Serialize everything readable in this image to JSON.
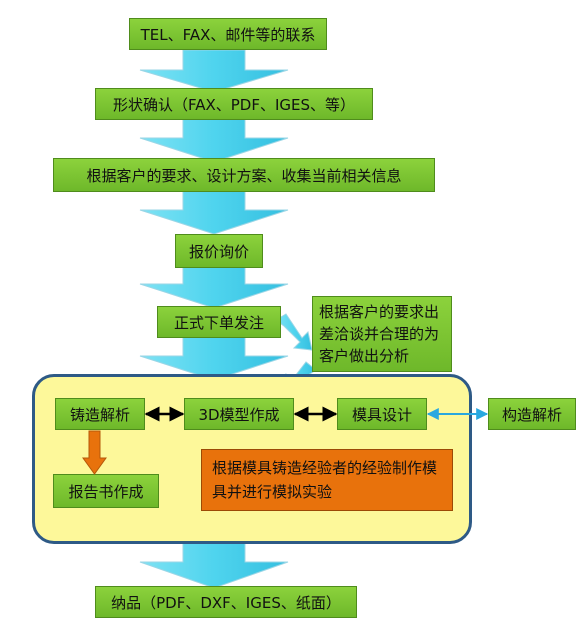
{
  "steps": {
    "contact": "TEL、FAX、邮件等的联系",
    "confirm": "形状确认（FAX、PDF、IGES、等）",
    "requirements": "根据客户的要求、设计方案、收集当前相关信息",
    "quote": "报价询价",
    "order": "正式下单发注",
    "analysis_note": "根据客户的要求出差洽谈并合理的为客户做出分析",
    "casting": "铸造解析",
    "model3d": "3D模型作成",
    "mold_design": "模具设计",
    "structure": "构造解析",
    "report": "报告书作成",
    "simulation": "根据模具铸造经验者的经验制作模具并进行模拟实验",
    "delivery": "纳品（PDF、DXF、IGES、纸面）"
  },
  "colors": {
    "box_green": "#7cc433",
    "arrow_cyan": "#4fd4ee",
    "panel_yellow": "#fdf89a",
    "panel_border": "#2e5a86",
    "orange": "#e8720c",
    "connector_blue": "#29a8e0"
  }
}
